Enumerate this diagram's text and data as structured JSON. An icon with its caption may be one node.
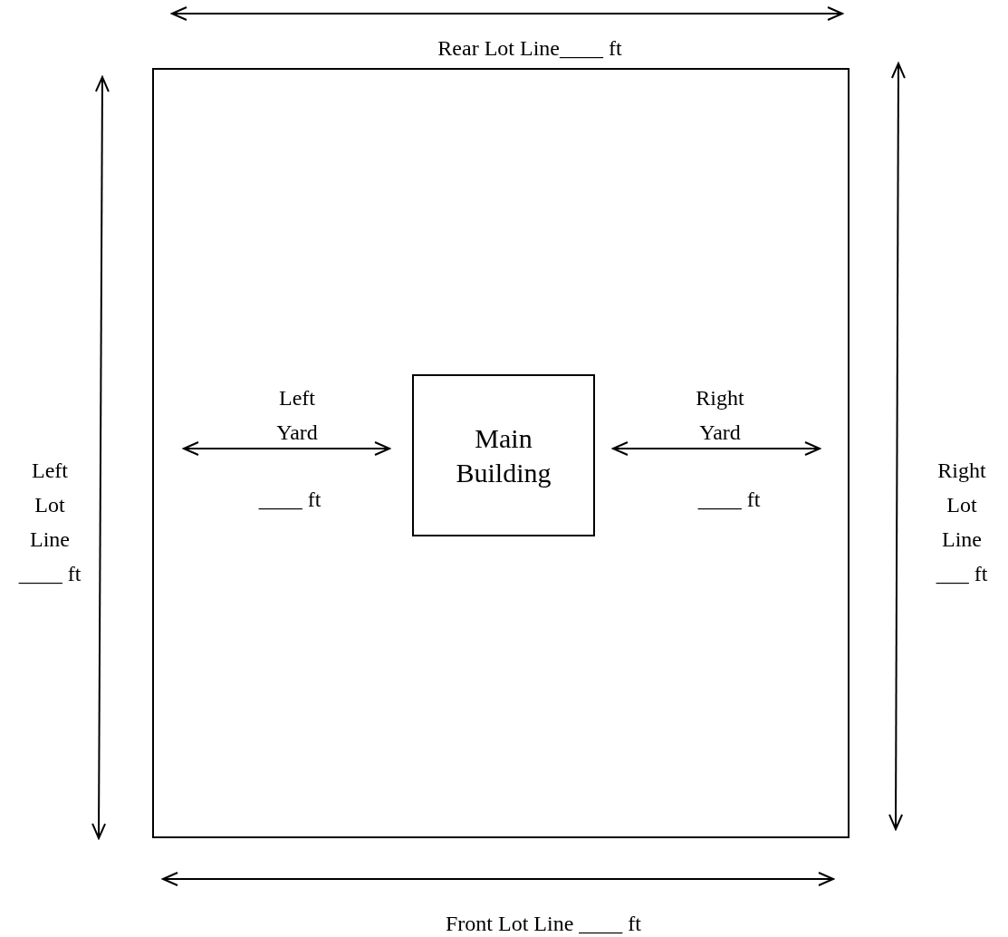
{
  "diagram": {
    "nodes": [
      {
        "text": [],
        "shape": "box"
      },
      {
        "text": [
          "Main Building"
        ],
        "in": 0
      }
    ],
    "labels": [
      "Rear Lot Line____ ft",
      "Left Yard",
      "Right Yard",
      "Left Lot Line ____ ft",
      "____ ft",
      "____ ft",
      "Right Lot Line ___ ft",
      "Front Lot Line ____ ft"
    ]
  }
}
